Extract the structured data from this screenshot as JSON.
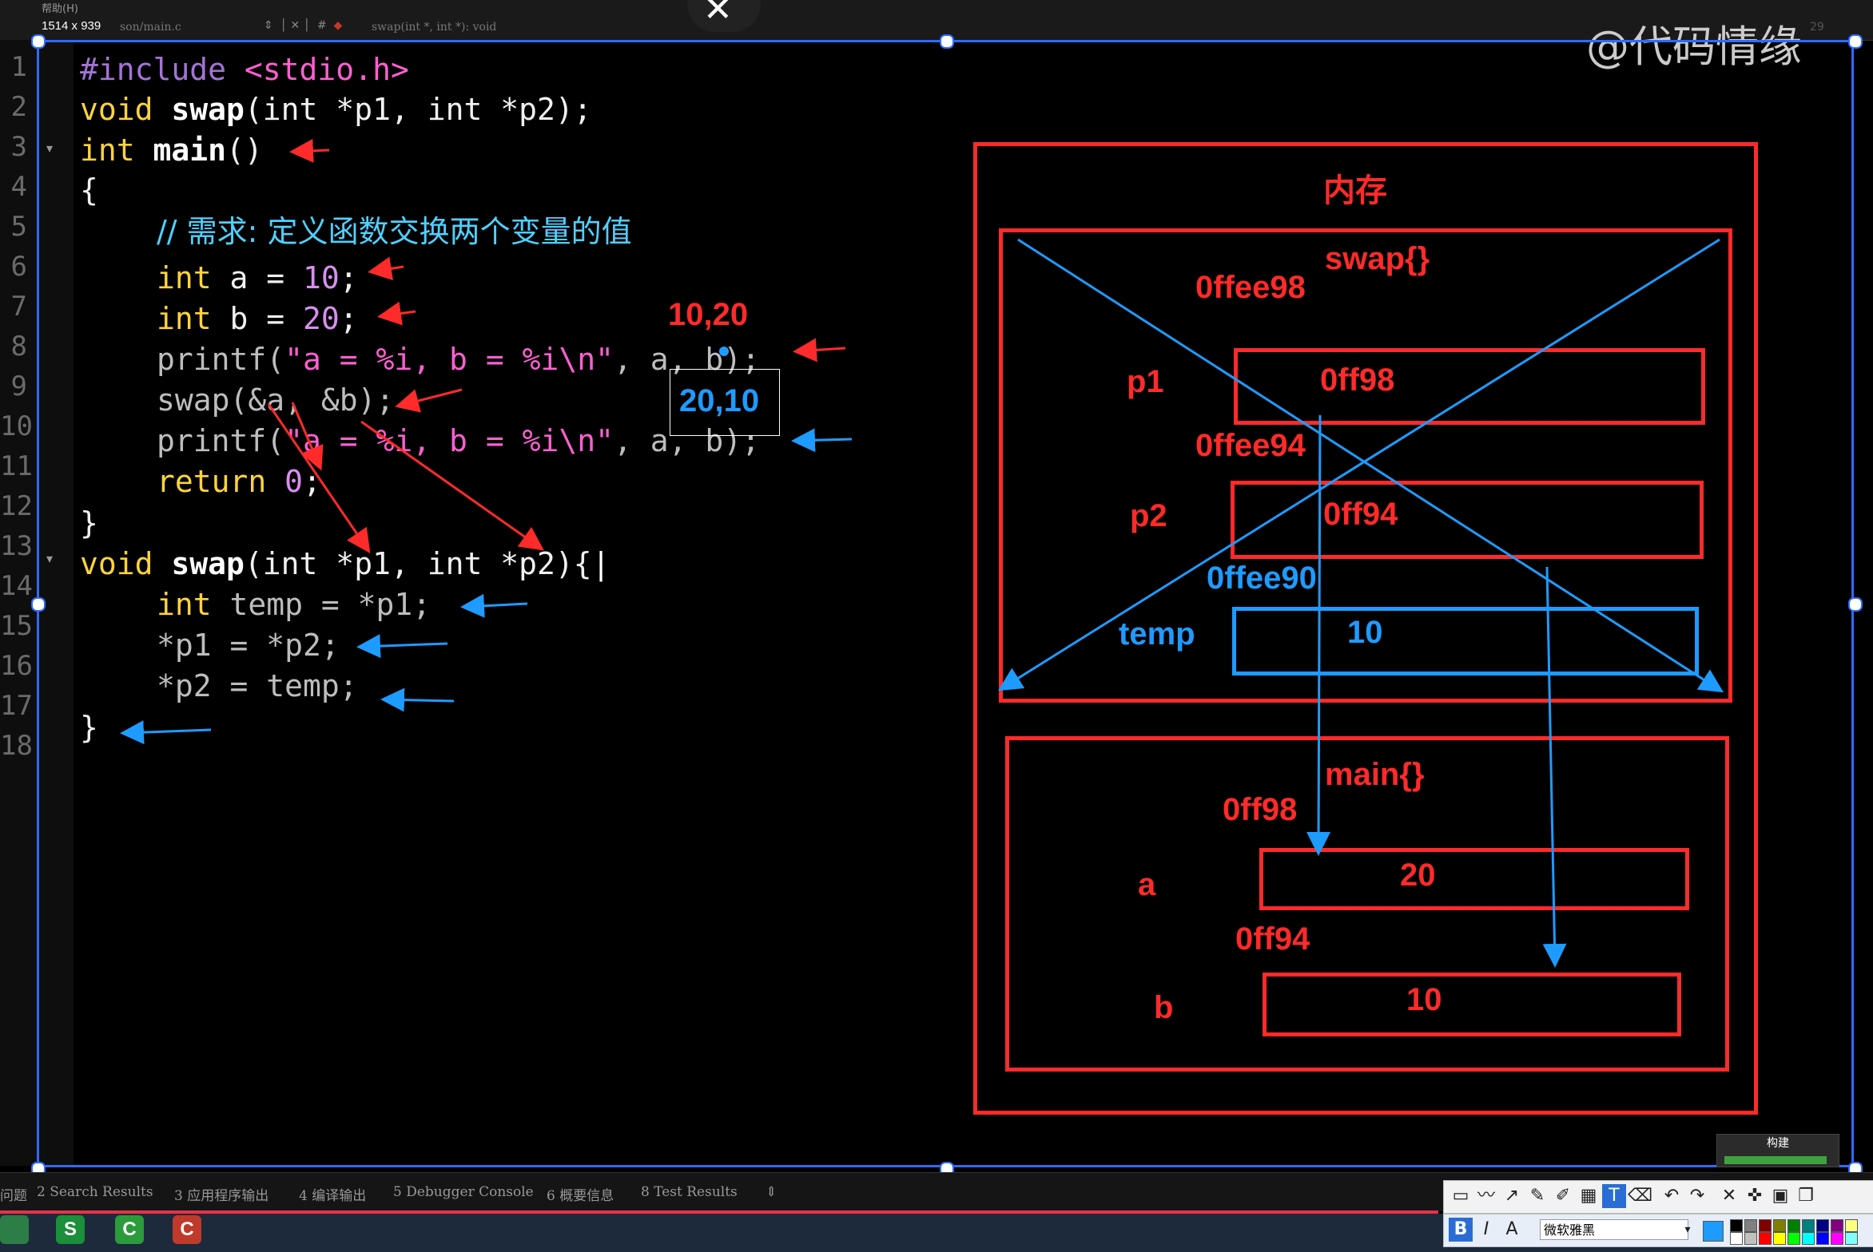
{
  "window": {
    "size_label": "1514 x 939",
    "menu_help": "帮助(H)",
    "file_tab": "son/main.c",
    "function_tab": "swap(int *, int *): void",
    "line_col": "29",
    "watermark": "@代码情缘",
    "close_icon": "close-icon"
  },
  "gutter": {
    "line_numbers": [
      "1",
      "2",
      "3",
      "4",
      "5",
      "6",
      "7",
      "8",
      "9",
      "10",
      "11",
      "12",
      "13",
      "14",
      "15",
      "16",
      "17",
      "18"
    ]
  },
  "code": {
    "l1_directive": "#include",
    "l1_header": "<stdio.h>",
    "l2_type": "void",
    "l2_fn": "swap",
    "l2_rest": "(int *p1, int *p2);",
    "l3_type": "int",
    "l3_fn": "main",
    "l3_rest": "()",
    "l4": "{",
    "l5_comment": "// 需求: 定义函数交换两个变量的值",
    "l6_type": "int",
    "l6_rest": "a = ",
    "l6_num": "10",
    "l6_end": ";",
    "l7_type": "int",
    "l7_rest": "b = ",
    "l7_num": "20",
    "l7_end": ";",
    "l8_fn": "printf(",
    "l8_str": "\"a = %i, b = %i\\n\"",
    "l8_rest": ", a, b);",
    "l9": "swap(&a, &b);",
    "l10_fn": "printf(",
    "l10_str": "\"a = %i, b = %i\\n\"",
    "l10_rest": ", a, b);",
    "l11_kw": "return",
    "l11_num": "0",
    "l11_end": ";",
    "l12": "}",
    "l13_type": "void",
    "l13_fn": "swap",
    "l13_rest": "(int *p1, int *p2){",
    "l14_type": "int",
    "l14_rest": "temp = *p1;",
    "l15": "*p1 = *p2;",
    "l16": "*p2 = temp;",
    "l17": "}"
  },
  "annotations": {
    "before": "10,20",
    "after": "20,10"
  },
  "memory": {
    "title": "内存",
    "swap_frame": {
      "label": "swap{}",
      "p1": {
        "name": "p1",
        "addr": "0ffee98",
        "value": "0ff98"
      },
      "p2": {
        "name": "p2",
        "addr": "0ffee94",
        "value": "0ff94"
      },
      "temp": {
        "name": "temp",
        "addr": "0ffee90",
        "value": "10"
      }
    },
    "main_frame": {
      "label": "main{}",
      "a": {
        "name": "a",
        "addr": "0ff98",
        "value": "20"
      },
      "b": {
        "name": "b",
        "addr": "0ff94",
        "value": "10"
      }
    },
    "colors": {
      "red": "#ff2a2a",
      "blue": "#1e9bff"
    }
  },
  "bottom_tabs": [
    "问题",
    "2 Search Results",
    "3 应用程序输出",
    "4 编译输出",
    "5 Debugger Console",
    "6 概要信息",
    "8 Test Results"
  ],
  "build": {
    "label": "构建"
  },
  "toolbar": {
    "font": "微软雅黑",
    "bold": "B",
    "italic": "I",
    "text_style": "A",
    "text_tool": "T"
  }
}
